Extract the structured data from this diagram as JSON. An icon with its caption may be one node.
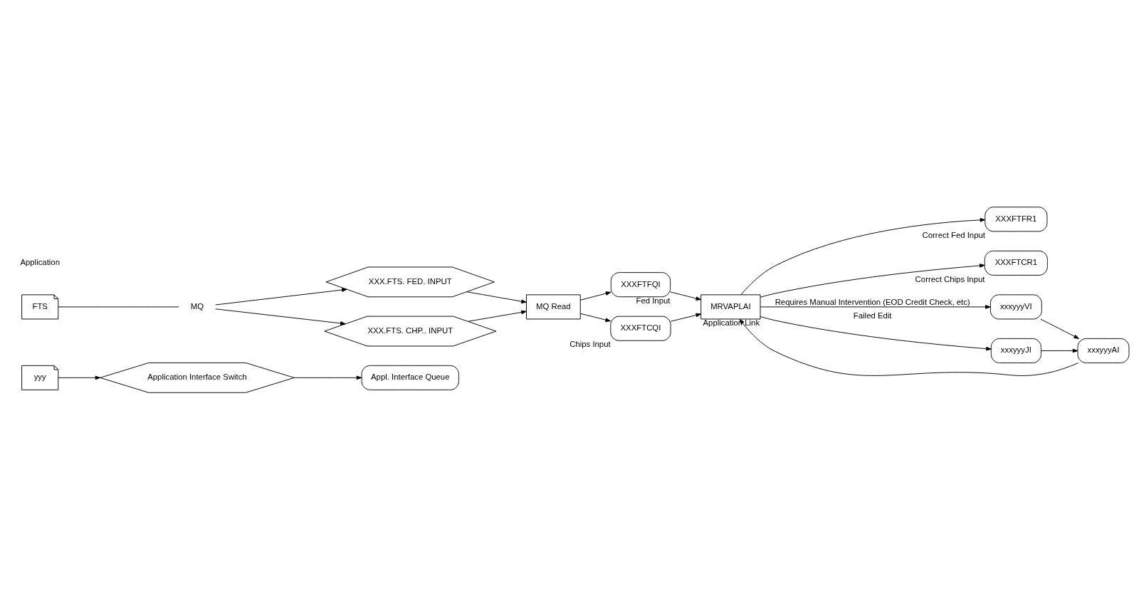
{
  "diagram": {
    "nodes": [
      {
        "text": [
          "yyy"
        ]
      },
      {
        "text": [
          "Application Interface Switch"
        ]
      },
      {
        "text": [
          "Appl. Interface Queue"
        ]
      },
      {
        "text": [
          "FTS"
        ]
      },
      {
        "text": [
          "MQ"
        ]
      },
      {
        "text": [
          "XXX.FTS. FED. INPUT"
        ]
      },
      {
        "text": [
          "XXX.FTS. CHP.. INPUT"
        ]
      },
      {
        "text": [
          "MQ Read"
        ]
      },
      {
        "text": [
          "XXXFTFQI"
        ],
        "beside": [
          "Fed Input"
        ]
      },
      {
        "text": [
          "XXXFTCQI"
        ],
        "beside": [
          "Chips Input"
        ]
      },
      {
        "text": [
          "MRVAPLAI"
        ],
        "beside": [
          "Application Link"
        ]
      },
      {
        "text": [
          "XXXFTFR1"
        ],
        "beside": [
          "Correct Fed Input"
        ]
      },
      {
        "text": [
          "XXXFTCR1"
        ],
        "beside": [
          "Correct Chips Input"
        ]
      },
      {
        "text": [
          "xxxyyyVI"
        ]
      },
      {
        "text": [
          "xxxyyyAI"
        ]
      },
      {
        "text": [
          "xxxyyyJI"
        ]
      }
    ],
    "edges": [
      {
        "from": 0,
        "to": 1,
        "arrow": "to"
      },
      {
        "from": 1,
        "to": 2,
        "arrow": "to"
      },
      {
        "from": 3,
        "to": 4,
        "arrow": "none"
      },
      {
        "from": 4,
        "to": 5,
        "arrow": "to"
      },
      {
        "from": 4,
        "to": 6,
        "arrow": "to"
      },
      {
        "from": 5,
        "to": 7,
        "arrow": "to"
      },
      {
        "from": 6,
        "to": 7,
        "arrow": "to"
      },
      {
        "from": 7,
        "to": 8,
        "arrow": "to"
      },
      {
        "from": 7,
        "to": 9,
        "arrow": "to"
      },
      {
        "from": 8,
        "to": 10,
        "arrow": "to"
      },
      {
        "from": 9,
        "to": 10,
        "arrow": "to"
      },
      {
        "from": 10,
        "to": 11,
        "arrow": "to"
      },
      {
        "from": 10,
        "to": 12,
        "arrow": "to"
      },
      {
        "from": 10,
        "to": 13,
        "arrow": "to",
        "label": "Requires Manual Intervention (EOD Credit Check, etc)"
      },
      {
        "from": 13,
        "to": 14,
        "arrow": "to"
      },
      {
        "from": 14,
        "to": 10,
        "arrow": "to"
      },
      {
        "from": 15,
        "to": 14,
        "arrow": "to"
      },
      {
        "from": 10,
        "to": 15,
        "arrow": "to",
        "label": "Failed Edit"
      }
    ],
    "labels": [
      "Application"
    ]
  }
}
